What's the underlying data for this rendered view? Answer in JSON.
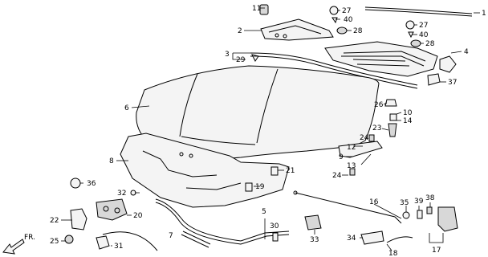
{
  "callouts": [
    {
      "id": "c1",
      "text": "1"
    },
    {
      "id": "c2",
      "text": "2"
    },
    {
      "id": "c3",
      "text": "3"
    },
    {
      "id": "c4",
      "text": "4"
    },
    {
      "id": "c5",
      "text": "5"
    },
    {
      "id": "c6",
      "text": "6"
    },
    {
      "id": "c7",
      "text": "7"
    },
    {
      "id": "c8",
      "text": "8"
    },
    {
      "id": "c9",
      "text": "9"
    },
    {
      "id": "c10",
      "text": "10"
    },
    {
      "id": "c11",
      "text": "11"
    },
    {
      "id": "c12",
      "text": "12"
    },
    {
      "id": "c13",
      "text": "13"
    },
    {
      "id": "c14",
      "text": "14"
    },
    {
      "id": "c16",
      "text": "16"
    },
    {
      "id": "c17",
      "text": "17"
    },
    {
      "id": "c18",
      "text": "18"
    },
    {
      "id": "c19",
      "text": "19"
    },
    {
      "id": "c20",
      "text": "20"
    },
    {
      "id": "c21",
      "text": "21"
    },
    {
      "id": "c22",
      "text": "22"
    },
    {
      "id": "c23",
      "text": "23"
    },
    {
      "id": "c24a",
      "text": "24"
    },
    {
      "id": "c24b",
      "text": "24"
    },
    {
      "id": "c25",
      "text": "25"
    },
    {
      "id": "c26",
      "text": "26"
    },
    {
      "id": "c27a",
      "text": "27"
    },
    {
      "id": "c27b",
      "text": "27"
    },
    {
      "id": "c28a",
      "text": "28"
    },
    {
      "id": "c28b",
      "text": "28"
    },
    {
      "id": "c29",
      "text": "29"
    },
    {
      "id": "c30",
      "text": "30"
    },
    {
      "id": "c31",
      "text": "31"
    },
    {
      "id": "c32",
      "text": "32"
    },
    {
      "id": "c33",
      "text": "33"
    },
    {
      "id": "c34",
      "text": "34"
    },
    {
      "id": "c35",
      "text": "35"
    },
    {
      "id": "c36",
      "text": "36"
    },
    {
      "id": "c37",
      "text": "37"
    },
    {
      "id": "c38",
      "text": "38"
    },
    {
      "id": "c39",
      "text": "39"
    },
    {
      "id": "c40a",
      "text": "40"
    },
    {
      "id": "c40b",
      "text": "40"
    }
  ],
  "direction_label": "FR."
}
